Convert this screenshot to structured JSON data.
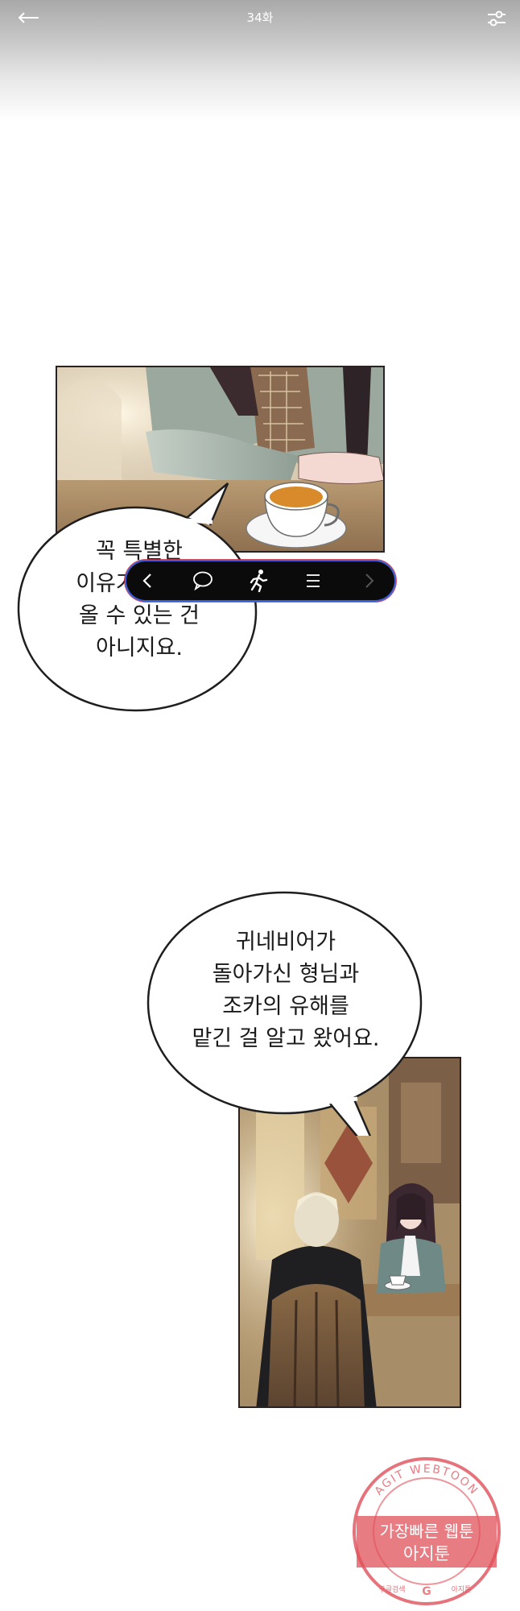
{
  "header": {
    "title": "34화",
    "back_icon": "back-arrow-icon",
    "settings_icon": "sliders-icon"
  },
  "bubbles": [
    {
      "lines": [
        "꼭 특별한",
        "이유가 있어야",
        "올 수 있는 건",
        "아니지요."
      ]
    },
    {
      "lines": [
        "귀네비어가",
        "돌아가신 형님과",
        "조카의 유해를",
        "맡긴 걸 알고 왔어요."
      ]
    }
  ],
  "reader_toolbar": {
    "items": [
      {
        "icon": "chevron-left-icon"
      },
      {
        "icon": "comment-icon"
      },
      {
        "icon": "running-man-icon"
      },
      {
        "icon": "menu-icon"
      },
      {
        "icon": "chevron-right-icon"
      }
    ]
  },
  "watermark": {
    "ring_text": "AGIT WEBTOON",
    "line1": "가장빠른 웹툰",
    "line2": "아지툰",
    "bottom_left": "구글검색",
    "bottom_right": "아지툰"
  },
  "colors": {
    "toolbar_bg": "#0b0b0b",
    "toolbar_border_blue": "#3a5fd8",
    "toolbar_border_red": "#c8283c",
    "watermark_red": "#e0505a"
  }
}
